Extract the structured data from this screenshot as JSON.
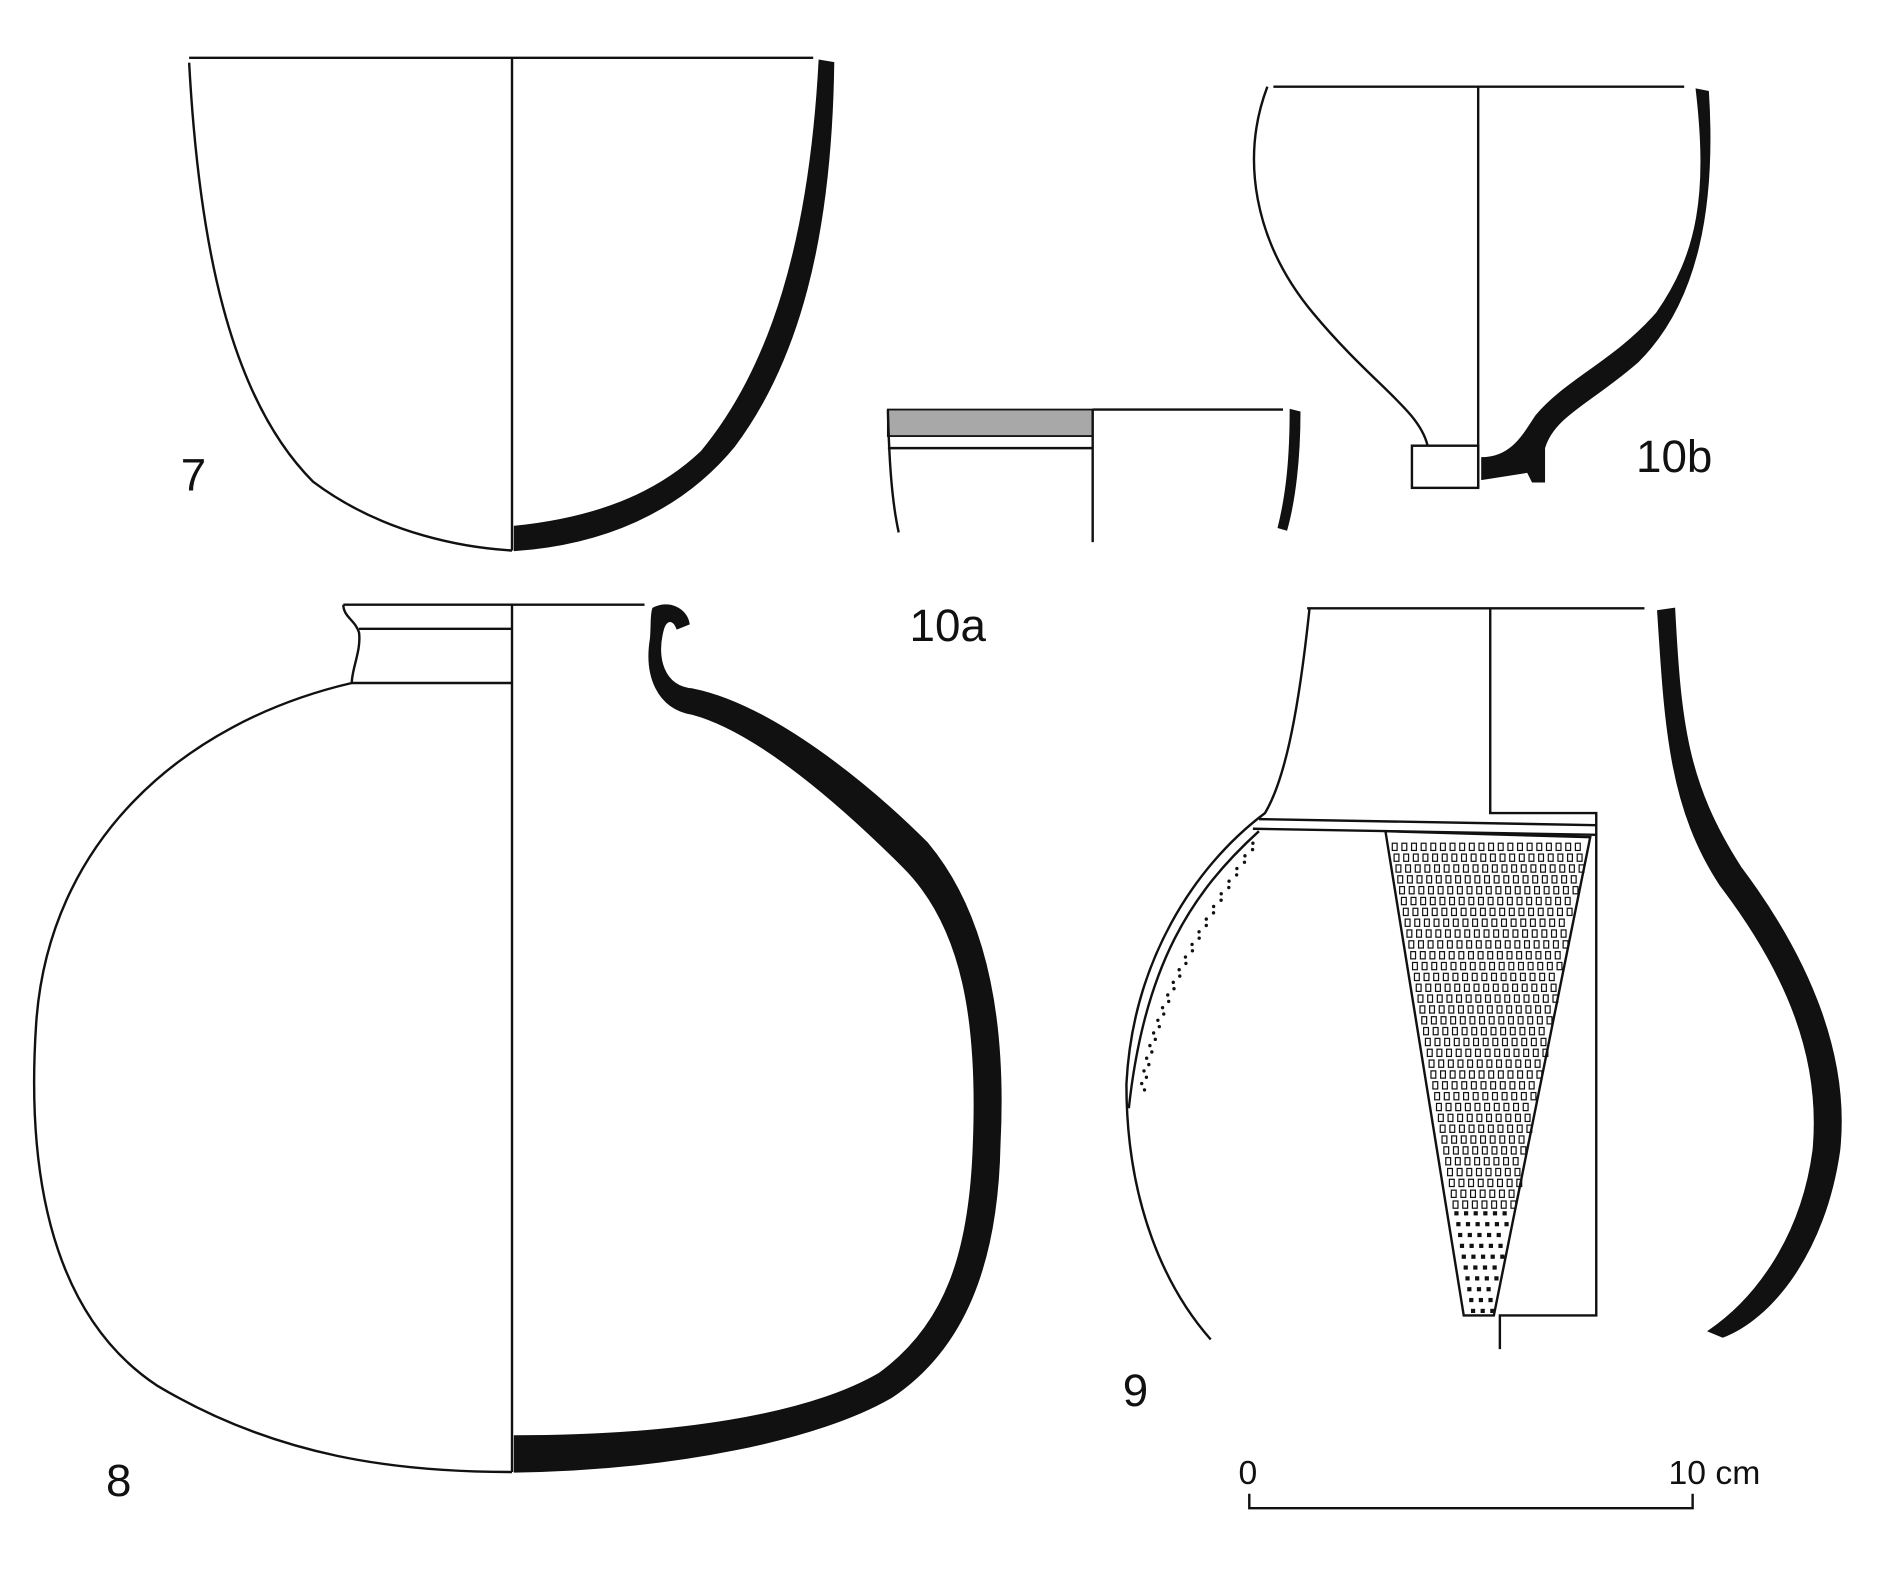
{
  "figure": {
    "vessels": [
      {
        "id": "vessel-7",
        "label": "7"
      },
      {
        "id": "vessel-8",
        "label": "8"
      },
      {
        "id": "vessel-9",
        "label": "9"
      },
      {
        "id": "vessel-10a",
        "label": "10a"
      },
      {
        "id": "vessel-10b",
        "label": "10b"
      }
    ],
    "scale_bar": {
      "start_label": "0",
      "end_label": "10 cm"
    },
    "colors": {
      "line": "#111111",
      "rim_band": "#a8a8a8",
      "background": "#ffffff"
    }
  }
}
